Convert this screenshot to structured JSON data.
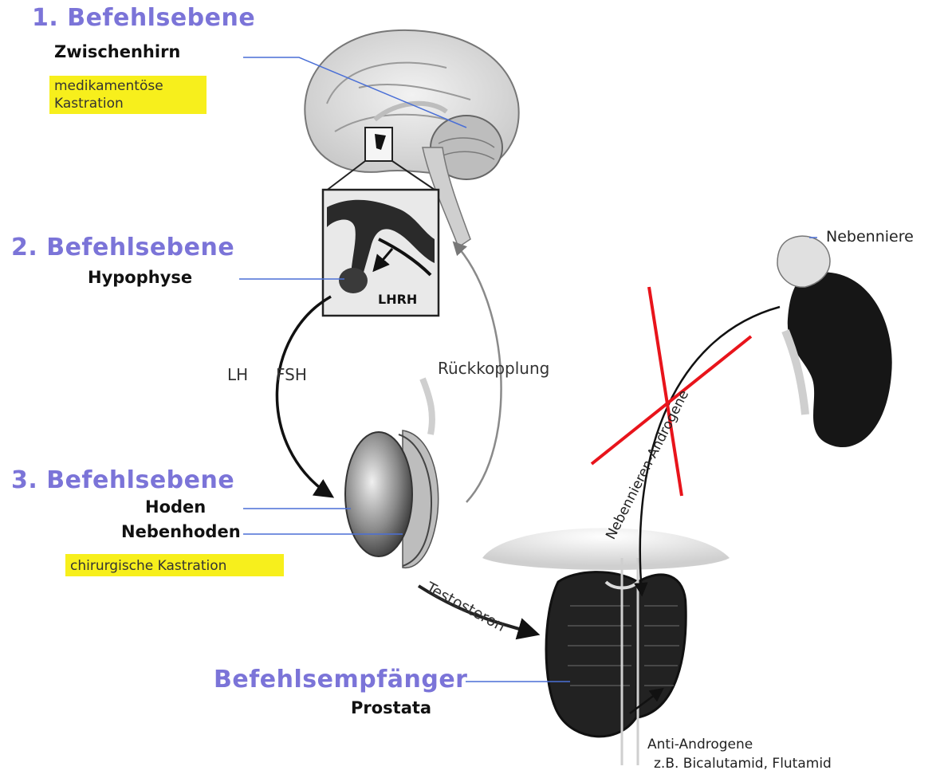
{
  "levels": {
    "first": {
      "title": "1. Befehlsebene",
      "organ": "Zwischenhirn",
      "note_line1": "medikamentöse",
      "note_line2": "Kastration"
    },
    "second": {
      "title": "2. Befehlsebene",
      "organ": "Hypophyse"
    },
    "third": {
      "title": "3. Befehlsebene",
      "organ1": "Hoden",
      "organ2": "Nebenhoden",
      "note": "chirurgische Kastration"
    },
    "receiver": {
      "title": "Befehlsempfänger",
      "organ": "Prostata"
    }
  },
  "labels": {
    "lhrh": "LHRH",
    "lh": "LH",
    "fsh": "FSH",
    "feedback": "Rückkopplung",
    "testosterone": "Testosteron",
    "adrenal": "Nebenniere",
    "adrenal_androgens": "Nebennieren-Androgene",
    "anti_androgens_1": "Anti-Androgene",
    "anti_androgens_2": "z.B. Bicalutamid, Flutamid"
  },
  "colors": {
    "level_title": "#7b74d8",
    "highlight": "#f7ef1c",
    "pointer_line": "#4a6fd6",
    "strike": "#e8141b",
    "organ_dark": "#1a1a1a"
  },
  "icons": {
    "brain": "brain-illustration",
    "pituitary": "pituitary-inset",
    "testis": "testis-illustration",
    "prostate": "prostate-illustration",
    "kidney": "kidney-illustration",
    "cross": "red-cross-mark"
  }
}
